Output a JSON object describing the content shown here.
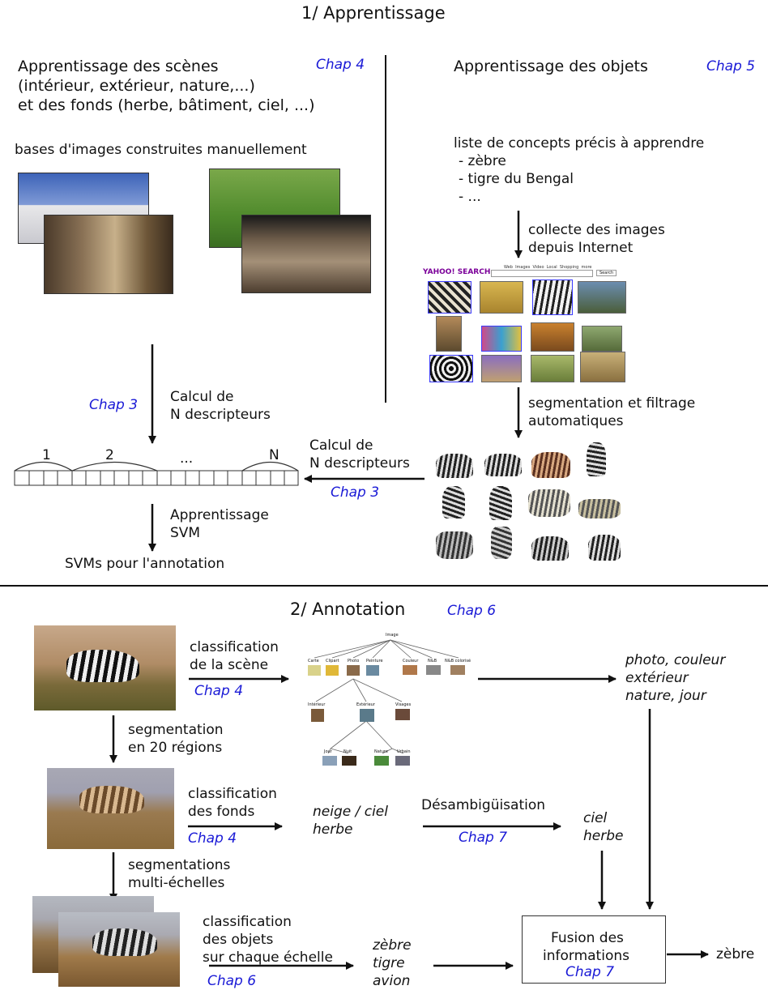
{
  "section1": {
    "title": "1/ Apprentissage",
    "scenes": {
      "heading_l1": "Apprentissage des scènes",
      "heading_l2": "(intérieur, extérieur, nature,...)",
      "heading_l3": "et des fonds (herbe, bâtiment, ciel, ...)",
      "chap": "Chap 4",
      "bases_label": "bases d'images construites manuellement"
    },
    "objects": {
      "heading": "Apprentissage des objets",
      "chap": "Chap 5",
      "list_intro": "liste de concepts précis à apprendre",
      "items": [
        "- zèbre",
        "- tigre du Bengal",
        "- ..."
      ],
      "collect_l1": "collecte des images",
      "collect_l2": "depuis Internet",
      "search_logo": "YAHOO! SEARCH",
      "search_tabs": "Web  Images  Video  Local  Shopping  more",
      "search_button": "Search",
      "seg_l1": "segmentation et filtrage",
      "seg_l2": "automatiques"
    },
    "left_calc": {
      "chap": "Chap 3",
      "l1": "Calcul de",
      "l2": "N descripteurs"
    },
    "right_calc": {
      "l1": "Calcul de",
      "l2": "N descripteurs",
      "chap": "Chap 3"
    },
    "descriptor_labels": [
      "1",
      "2",
      "...",
      "N"
    ],
    "svm": {
      "l1": "Apprentissage",
      "l2": "SVM",
      "result": "SVMs pour l'annotation"
    }
  },
  "section2": {
    "title": "2/ Annotation",
    "chap": "Chap 6",
    "scene_class": {
      "l1": "classification",
      "l2": "de la scène",
      "chap": "Chap 4"
    },
    "tree": {
      "root": "Image",
      "level1": [
        "Carte",
        "Clipart",
        "Photo",
        "Peinture",
        "Couleur",
        "N&B",
        "N&B colorisé"
      ],
      "level2": [
        "Intérieur",
        "Extérieur",
        "Visages"
      ],
      "level3": [
        "Jour",
        "Nuit",
        "Nature",
        "Urbain"
      ]
    },
    "scene_result": {
      "l1": "photo, couleur",
      "l2": "extérieur",
      "l3": "nature, jour"
    },
    "seg20": {
      "l1": "segmentation",
      "l2": "en 20 régions"
    },
    "bg_class": {
      "l1": "classification",
      "l2": "des fonds",
      "chap": "Chap 4"
    },
    "bg_result": {
      "l1": "neige / ciel",
      "l2": "herbe"
    },
    "disamb": {
      "label": "Désambigüisation",
      "chap": "Chap 7"
    },
    "disamb_result": {
      "l1": "ciel",
      "l2": "herbe"
    },
    "multiscale": {
      "l1": "segmentations",
      "l2": "multi-échelles"
    },
    "obj_class": {
      "l1": "classification",
      "l2": "des objets",
      "l3": "sur chaque échelle",
      "chap": "Chap 6"
    },
    "obj_result": {
      "l1": "zèbre",
      "l2": "tigre",
      "l3": "avion"
    },
    "fusion": {
      "l1": "Fusion des",
      "l2": "informations",
      "chap": "Chap 7"
    },
    "final": "zèbre"
  }
}
